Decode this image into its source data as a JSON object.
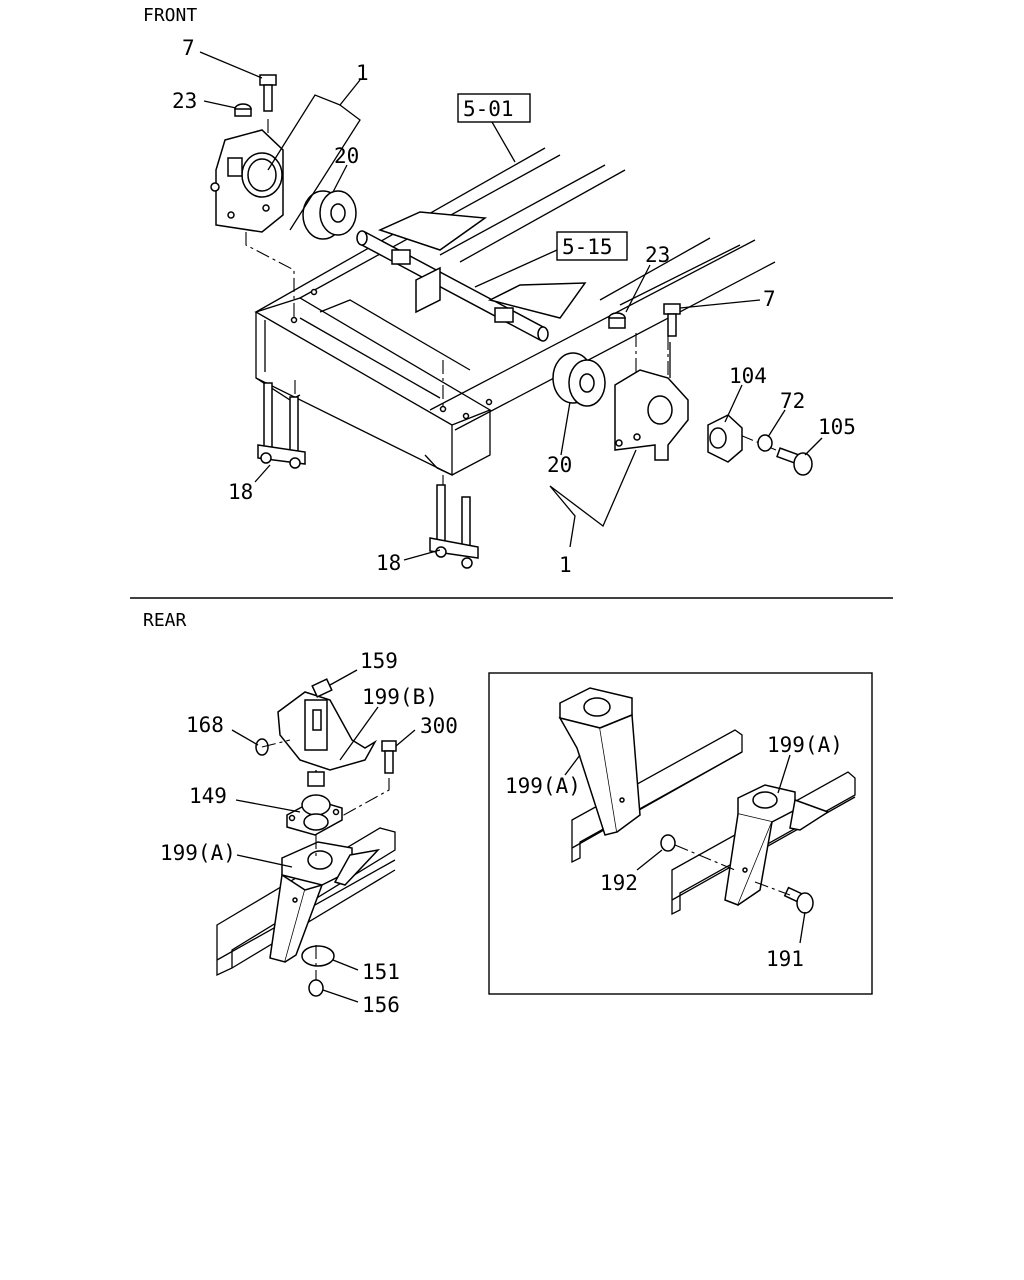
{
  "sections": {
    "front": "FRONT",
    "rear": "REAR"
  },
  "refs": {
    "r501": "5-01",
    "r515": "5-15"
  },
  "callouts": {
    "c7a": "7",
    "c23a": "23",
    "c1a": "1",
    "c20a": "20",
    "c23b": "23",
    "c7b": "7",
    "c104": "104",
    "c72": "72",
    "c105": "105",
    "c20b": "20",
    "c18a": "18",
    "c18b": "18",
    "c1b": "1",
    "c159": "159",
    "c199b": "199(B)",
    "c168": "168",
    "c300": "300",
    "c149": "149",
    "c199a": "199(A)",
    "c151": "151",
    "c156": "156",
    "i199a1": "199(A)",
    "i199a2": "199(A)",
    "c192": "192",
    "c191": "191"
  }
}
